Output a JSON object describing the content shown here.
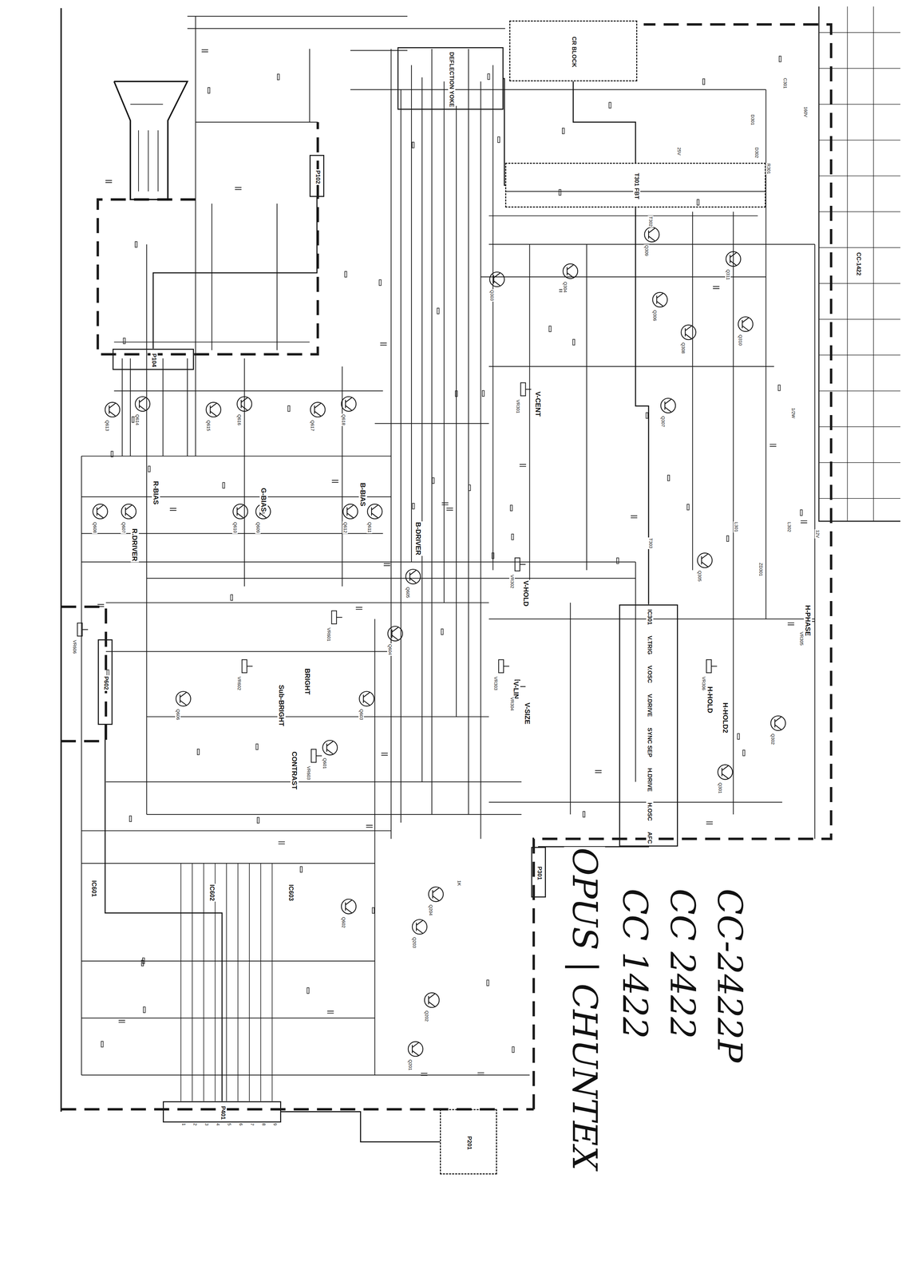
{
  "diagram": {
    "nodes": [
      {
        "text": [
          "DEFLECTION YOKE"
        ]
      },
      {
        "text": [
          "CR BLOCK"
        ]
      },
      {
        "text": [
          "T301 FBT"
        ]
      },
      {
        "text": [
          "IC301",
          "V.TRIG",
          "V.OSC",
          "V.DRIVE",
          "SYNC SEP",
          "H.DRIVE",
          "H.OSC",
          "AFC"
        ]
      },
      {
        "text": [
          "P301"
        ]
      },
      {
        "text": [
          "P401"
        ]
      },
      {
        "text": [
          "P201"
        ]
      },
      {
        "text": [
          "P102"
        ]
      },
      {
        "text": [
          "P104"
        ]
      },
      {
        "text": [
          "CC-1422"
        ]
      },
      {
        "text": [
          "P602"
        ]
      }
    ],
    "edges": [
      {
        "from": 1,
        "to": 2,
        "arrow": "none"
      },
      {
        "from": 0,
        "to": 2,
        "arrow": "none"
      },
      {
        "from": 2,
        "to": 3,
        "arrow": "none"
      },
      {
        "from": 3,
        "to": 4,
        "arrow": "none"
      },
      {
        "from": 8,
        "to": 7,
        "arrow": "none"
      },
      {
        "from": 10,
        "to": 5,
        "arrow": "none"
      },
      {
        "from": 6,
        "to": 5,
        "arrow": "none"
      }
    ],
    "labels": [
      "R-BIAS",
      "G-BIAS",
      "B-BIAS",
      "R.DRIVER",
      "B-DRIVER",
      "BRIGHT",
      "Sub-BRIGHT",
      "CONTRAST",
      "V-CENT",
      "V-HOLD",
      "V-LIN",
      "V-SIZE",
      "H-HOLD",
      "H-HOLD2",
      "H-PHASE",
      "IC601",
      "IC602",
      "IC603",
      "OPUS | CHUNTEX",
      "CC 1422",
      "CC 2422",
      "CC-2422P",
      "Q613",
      "Q614",
      "Q615",
      "Q616",
      "Q617",
      "Q618",
      "Q608",
      "Q607",
      "Q610",
      "Q609",
      "Q612",
      "Q611",
      "Q605",
      "Q604",
      "Q606",
      "Q603",
      "Q601",
      "Q602",
      "Q301",
      "Q302",
      "Q303",
      "Q304",
      "Q305",
      "Q306",
      "Q307",
      "Q308",
      "Q309",
      "Q310",
      "Q311",
      "Q201",
      "Q202",
      "Q203",
      "Q204",
      "VR606",
      "VR601",
      "VR602",
      "VR603",
      "VR301",
      "VR302",
      "VR303",
      "VR304",
      "VR305",
      "VR306",
      "L301",
      "L302",
      "T302",
      "T303",
      "D301",
      "D302",
      "C301",
      "R301",
      "ZD301",
      "12V",
      "160V",
      "25V",
      "1K",
      "1/2W",
      "1",
      "2",
      "3",
      "4",
      "5",
      "6",
      "7",
      "8",
      "9"
    ]
  }
}
